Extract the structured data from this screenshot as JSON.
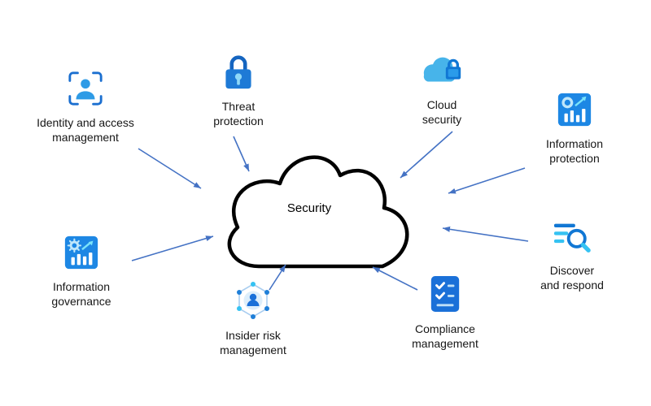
{
  "diagram": {
    "center": {
      "label": "Security"
    },
    "nodes": [
      {
        "id": "identity-access-management",
        "label": "Identity and access\nmanagement",
        "icon": "person-focus-frame-icon"
      },
      {
        "id": "threat-protection",
        "label": "Threat\nprotection",
        "icon": "padlock-icon"
      },
      {
        "id": "cloud-security",
        "label": "Cloud\nsecurity",
        "icon": "cloud-lock-icon"
      },
      {
        "id": "information-protection",
        "label": "Information\nprotection",
        "icon": "report-chart-icon"
      },
      {
        "id": "discover-and-respond",
        "label": "Discover\nand respond",
        "icon": "search-list-icon"
      },
      {
        "id": "compliance-management",
        "label": "Compliance\nmanagement",
        "icon": "checklist-clipboard-icon"
      },
      {
        "id": "insider-risk-management",
        "label": "Insider risk\nmanagement",
        "icon": "person-network-hexagon-icon"
      },
      {
        "id": "information-governance",
        "label": "Information\ngovernance",
        "icon": "gear-chart-icon"
      }
    ],
    "edges": [
      {
        "from": "Identity and access management",
        "to": "Security"
      },
      {
        "from": "Threat protection",
        "to": "Security"
      },
      {
        "from": "Cloud security",
        "to": "Security"
      },
      {
        "from": "Information protection",
        "to": "Security"
      },
      {
        "from": "Discover and respond",
        "to": "Security"
      },
      {
        "from": "Compliance management",
        "to": "Security"
      },
      {
        "from": "Insider risk management",
        "to": "Security"
      },
      {
        "from": "Information governance",
        "to": "Security"
      }
    ],
    "colors": {
      "arrow": "#4472c4",
      "cloud_outline": "#000000",
      "cloud_fill": "#ffffff",
      "icon_blue_dark": "#1a70d8",
      "icon_blue": "#1d87e4",
      "icon_cyan": "#35c2f2",
      "icon_light_blue": "#47b4ea"
    }
  }
}
